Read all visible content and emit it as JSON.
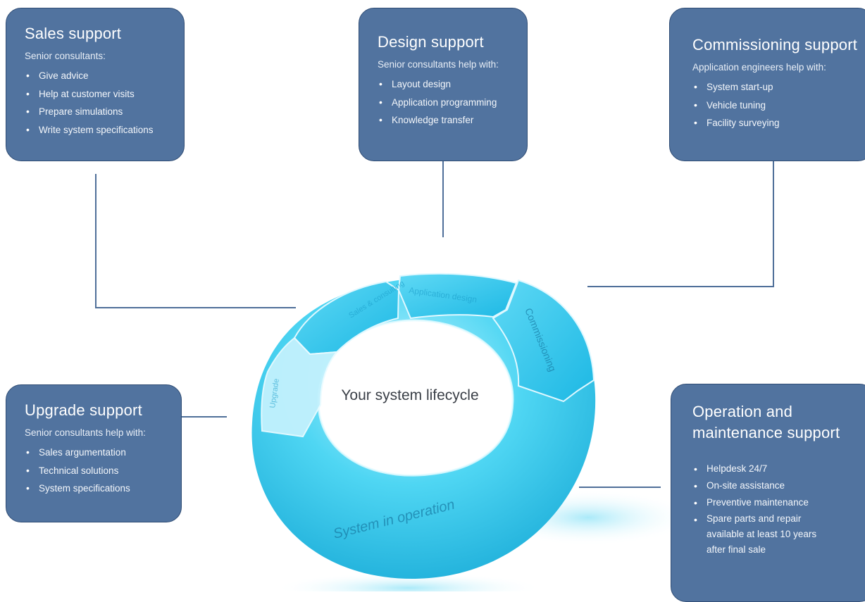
{
  "sales": {
    "title": "Sales support",
    "lead": "Senior consultants:",
    "items": [
      "Give advice",
      "Help at customer visits",
      "Prepare simulations",
      "Write system specifications"
    ]
  },
  "design": {
    "title": "Design support",
    "lead": "Senior consultants help with:",
    "items": [
      "Layout design",
      "Application programming",
      "Knowledge transfer"
    ]
  },
  "commissioning": {
    "title": "Commissioning support",
    "lead": "Application engineers help with:",
    "items": [
      "System start-up",
      "Vehicle tuning",
      "Facility surveying"
    ]
  },
  "upgrade": {
    "title": "Upgrade support",
    "lead": "Senior consultants help with:",
    "items": [
      "Sales argumentation",
      "Technical solutions",
      "System specifications"
    ]
  },
  "operation": {
    "title_line1": "Operation and",
    "title_line2": "maintenance support",
    "items": [
      "Helpdesk 24/7",
      "On-site assistance",
      "Preventive maintenance"
    ],
    "item4_line1": "Spare parts and repair",
    "item4_line2": "available at least 10 years",
    "item4_line3": "after final sale"
  },
  "cycle": {
    "center_label": "Your system lifecycle",
    "segments": [
      "Application design",
      "Commissioning",
      "System in operation",
      "Upgrade",
      "Sales & consulting"
    ]
  },
  "colors": {
    "box_fill": "#51739f",
    "connector": "#4f6f99",
    "ring": "#29c4ea"
  }
}
